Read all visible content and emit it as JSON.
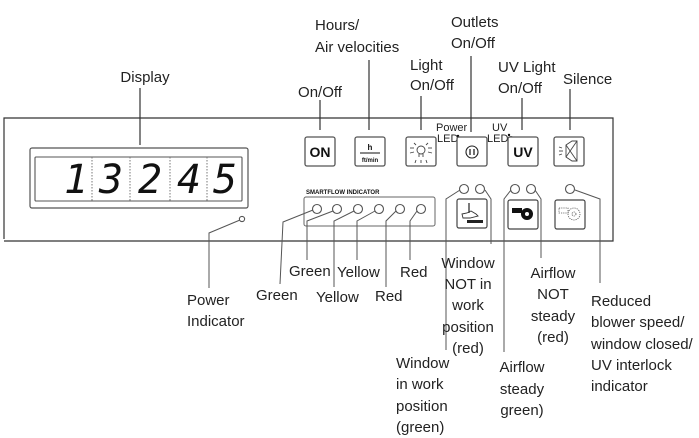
{
  "diagram": {
    "title_labels": {
      "display": "Display",
      "on_off": "On/Off",
      "hours_air": [
        "Hours/",
        "Air velocities"
      ],
      "light": [
        "Light",
        "On/Off"
      ],
      "outlets": [
        "Outlets",
        "On/Off"
      ],
      "uv_light": [
        "UV Light",
        "On/Off"
      ],
      "silence": "Silence"
    },
    "led_labels": {
      "power_led": [
        "Power",
        "LED"
      ],
      "uv_led": [
        "UV",
        "LED"
      ]
    },
    "display": {
      "digits": [
        "1",
        "3",
        "2",
        "4",
        "5"
      ]
    },
    "buttons": {
      "on": "ON",
      "hours_top": "h",
      "hours_bottom": "ft/min",
      "uv": "UV"
    },
    "smartflow": {
      "title": "SMARTFLOW INDICATOR",
      "leds": [
        "Green",
        "Green",
        "Yellow",
        "Yellow",
        "Red",
        "Red"
      ]
    },
    "bottom_labels": {
      "power_indicator": [
        "Power",
        "Indicator"
      ],
      "green1": "Green",
      "green2": "Green",
      "yellow1": "Yellow",
      "yellow2": "Yellow",
      "red1": "Red",
      "red2": "Red",
      "window_not_work": [
        "Window",
        "NOT in",
        "work",
        "position",
        "(red)"
      ],
      "window_work": [
        "Window",
        "in work",
        "position",
        "(green)"
      ],
      "airflow_not_steady": [
        "Airflow",
        "NOT",
        "steady",
        "(red)"
      ],
      "airflow_steady": [
        "Airflow",
        "steady",
        "green)"
      ],
      "reduced": [
        "Reduced",
        "blower speed/",
        "window closed/",
        "UV interlock",
        "indicator"
      ]
    }
  }
}
